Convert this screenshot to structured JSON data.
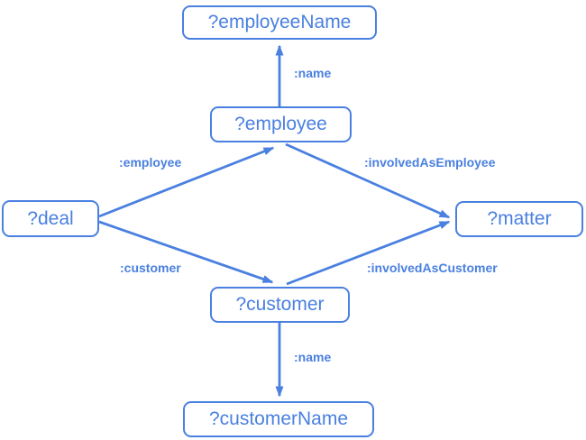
{
  "diagram": {
    "nodes": [
      {
        "id": "employeeName",
        "label": "?employeeName"
      },
      {
        "id": "employee",
        "label": "?employee"
      },
      {
        "id": "deal",
        "label": "?deal"
      },
      {
        "id": "matter",
        "label": "?matter"
      },
      {
        "id": "customer",
        "label": "?customer"
      },
      {
        "id": "customerName",
        "label": "?customerName"
      }
    ],
    "edges": [
      {
        "from": "deal",
        "to": "employee",
        "label": ":employee"
      },
      {
        "from": "employee",
        "to": "employeeName",
        "label": ":name"
      },
      {
        "from": "employee",
        "to": "matter",
        "label": ":involvedAsEmployee"
      },
      {
        "from": "deal",
        "to": "customer",
        "label": ":customer"
      },
      {
        "from": "customer",
        "to": "matter",
        "label": ":involvedAsCustomer"
      },
      {
        "from": "customer",
        "to": "customerName",
        "label": ":name"
      }
    ]
  },
  "colors": {
    "accent": "#4a80e0",
    "background": "#ffffff"
  }
}
